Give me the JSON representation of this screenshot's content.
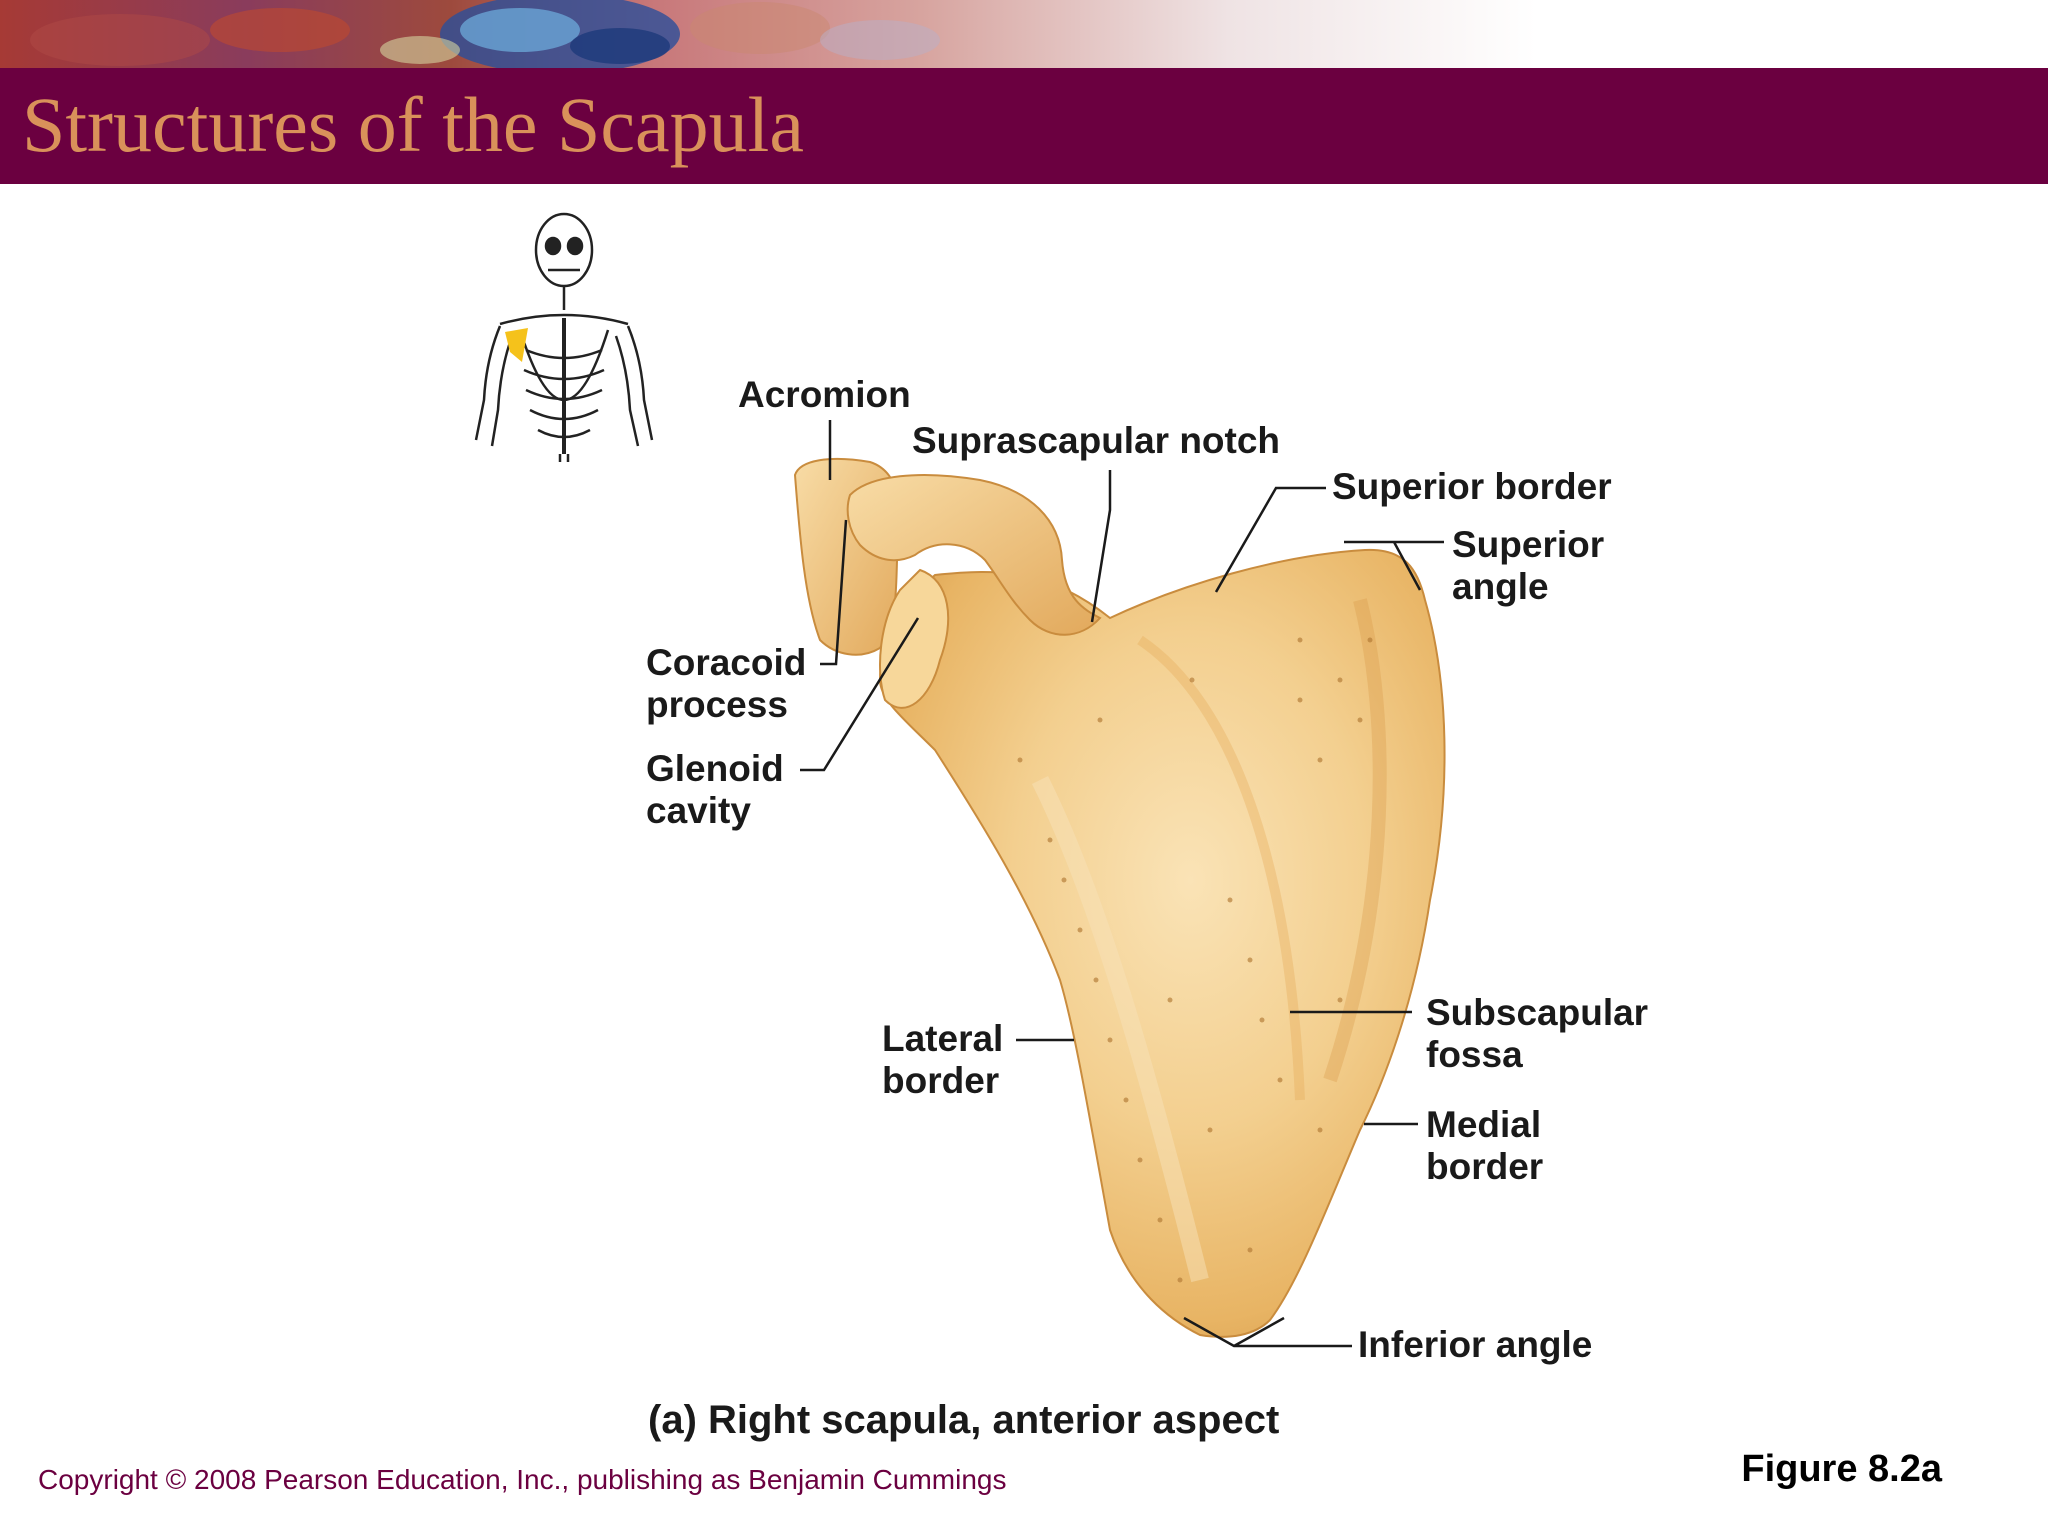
{
  "slide": {
    "title": "Structures of the Scapula",
    "caption": "(a) Right scapula, anterior aspect",
    "copyright": "Copyright © 2008 Pearson Education, Inc., publishing as Benjamin Cummings",
    "figure_ref": "Figure 8.2a"
  },
  "labels": {
    "acromion": "Acromion",
    "suprascapular_notch": "Suprascapular notch",
    "superior_border": "Superior border",
    "superior_angle": [
      "Superior",
      "angle"
    ],
    "coracoid_process": [
      "Coracoid",
      "process"
    ],
    "glenoid_cavity": [
      "Glenoid",
      "cavity"
    ],
    "lateral_border": [
      "Lateral",
      "border"
    ],
    "subscapular_fossa": [
      "Subscapular",
      "fossa"
    ],
    "medial_border": [
      "Medial",
      "border"
    ],
    "inferior_angle": "Inferior angle"
  },
  "colors": {
    "title_bar": "#6b0040",
    "title_text": "#d9915a",
    "bone_light": "#f6d9a2",
    "bone_mid": "#eebf74",
    "bone_dark": "#d49a4f",
    "highlight_scapula": "#f5c21b",
    "copyright_text": "#6b0040"
  },
  "icons": {
    "banner": "abstract-bone-texture-banner",
    "skeleton": "skeleton-thumbnail-icon"
  }
}
